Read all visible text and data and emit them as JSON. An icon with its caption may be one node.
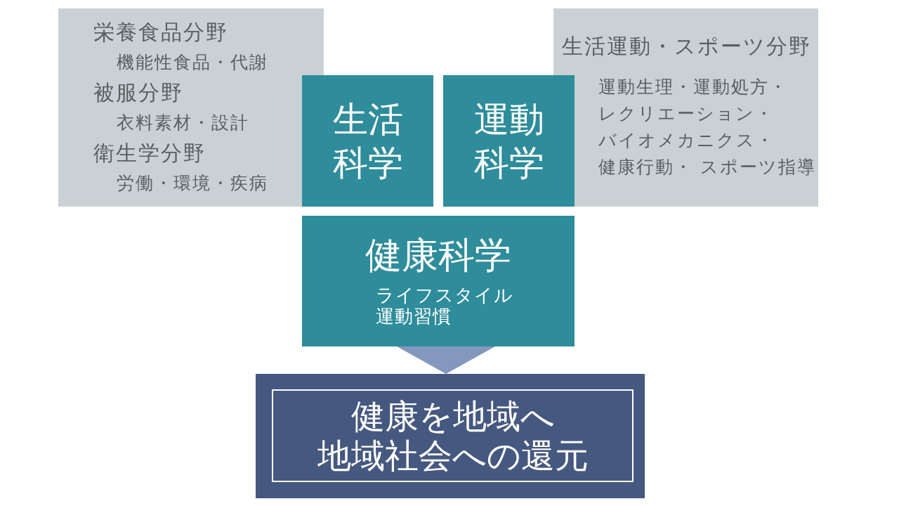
{
  "diagram": {
    "nodes": [
      {
        "text": [
          "栄養食品分野",
          "機能性食品・代謝",
          "被服分野",
          "衣料素材・設計",
          "衛生学分野",
          "労働・環境・疾病"
        ]
      },
      {
        "text": [
          "生活科学"
        ]
      },
      {
        "text": [
          "運動科学"
        ]
      },
      {
        "text": [
          "生活運動・スポーツ分野",
          "運動生理・運動処方・",
          "レクリエーション・",
          "バイオメカニクス・",
          "健康行動・ スポーツ指導"
        ]
      },
      {
        "text": [
          "健康科学",
          "ライフスタイル",
          "運動習慣"
        ]
      },
      {
        "text": [
          "健康を地域へ",
          "地域社会への還元"
        ]
      }
    ],
    "edges": [
      {
        "from": 4,
        "to": 5,
        "arrow": "to"
      }
    ]
  }
}
